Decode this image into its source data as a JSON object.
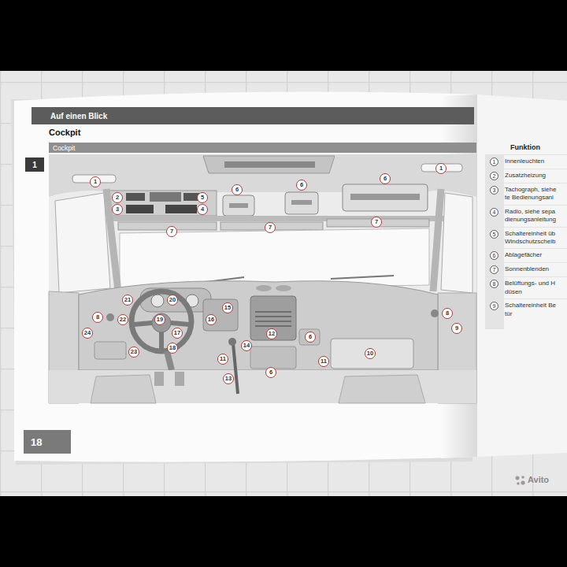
{
  "diagram": {
    "title": "Cockpit",
    "nodes": [
      {
        "text": [
          "Auf einen Blick"
        ]
      },
      {
        "text": [
          "Cockpit"
        ]
      },
      {
        "text": [
          "1"
        ]
      },
      {
        "text": [
          "18"
        ]
      }
    ],
    "labels": [
      "Funktion",
      "1",
      "Innenleuchten",
      "2",
      "Zusatzheizung",
      "3",
      "Tachograph, siehe te Bedienungsani",
      "4",
      "Radio, siehe sepa dienungsanleitung",
      "5",
      "Schaltereinheit üb Windschutzscheib",
      "6",
      "Ablagefächer",
      "7",
      "Sonnenblenden",
      "8",
      "Belüftungs- und H düsen",
      "9",
      "Schaltereinheit Be tür",
      "1",
      "1",
      "2",
      "5",
      "3",
      "4",
      "6",
      "6",
      "6",
      "7",
      "7",
      "7",
      "21",
      "20",
      "15",
      "8",
      "22",
      "19",
      "16",
      "8",
      "9",
      "24",
      "17",
      "12",
      "6",
      "14",
      "23",
      "18",
      "10",
      "11",
      "11",
      "6",
      "13",
      "Avito"
    ]
  }
}
